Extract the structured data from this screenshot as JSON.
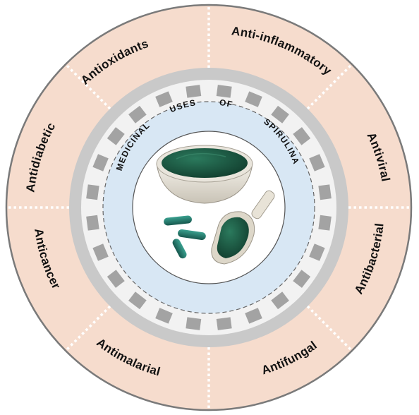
{
  "center_title": {
    "word1": "MEDICINAL",
    "word2": "USES",
    "word3": "OF",
    "word4": "SPIRULINA"
  },
  "segments": [
    {
      "label": "Antioxidants"
    },
    {
      "label": "Anti-inflammatory"
    },
    {
      "label": "Antiviral"
    },
    {
      "label": "Antibacterial"
    },
    {
      "label": "Antifungal"
    },
    {
      "label": "Antimalarial"
    },
    {
      "label": "Anticancer"
    },
    {
      "label": "Antidiabetic"
    }
  ],
  "colors": {
    "outer_ring": "#f6dccd",
    "outer_border": "#7a7a7a",
    "gray_band": "#c8c8c8",
    "tile_ring": "#f3f3f3",
    "tile": "#a3a3a3",
    "blue_ring": "#d8e8f5",
    "center": "#ffffff",
    "spirulina": "#1d5d47",
    "capsule": "#247a6d"
  },
  "icons": {
    "center_image": "spirulina-powder-bowl-scoop-capsules-icon"
  }
}
